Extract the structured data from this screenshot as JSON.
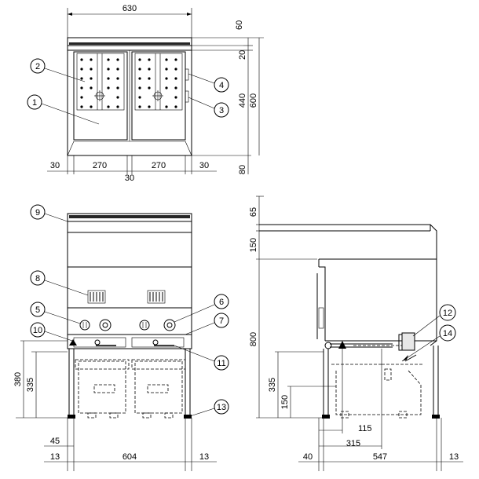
{
  "front_top_view": {
    "dimensions": {
      "overall_width": "630",
      "top_height": "60",
      "rail_height": "20",
      "inner_height": "440",
      "total_height": "600",
      "bottom_height": "80",
      "left_margin": "30",
      "basket_width_left": "270",
      "basket_width_right": "270",
      "right_margin": "30",
      "center_gap": "30"
    },
    "callouts": [
      "1",
      "2",
      "3",
      "4"
    ]
  },
  "front_view": {
    "dimensions": {
      "height_380": "380",
      "height_335": "335",
      "leg_offset": "45",
      "side_13_left": "13",
      "width_604": "604",
      "side_13_right": "13"
    },
    "callouts": [
      "5",
      "6",
      "7",
      "8",
      "9",
      "10",
      "11",
      "13"
    ]
  },
  "side_view": {
    "dimensions": {
      "top_65": "65",
      "panel_150": "150",
      "height_800": "800",
      "height_335": "335",
      "height_150": "150",
      "depth_115": "115",
      "depth_315": "315",
      "side_40": "40",
      "depth_547": "547",
      "side_13": "13"
    },
    "callouts": [
      "12",
      "14"
    ]
  }
}
